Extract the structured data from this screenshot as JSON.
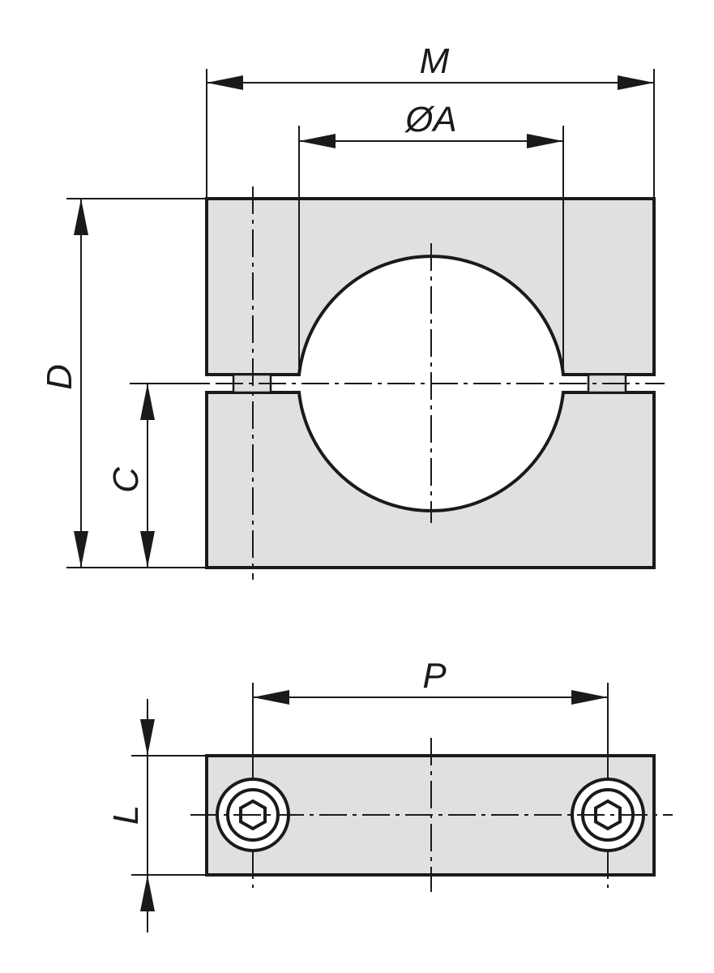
{
  "drawing": {
    "front_view": {
      "label_M": "M",
      "label_A": "ØA",
      "label_D": "D",
      "label_C": "C"
    },
    "top_view": {
      "label_P": "P",
      "label_L": "L"
    }
  },
  "colors": {
    "part_fill": "#e0e0e0",
    "line": "#1a1a1a",
    "background": "#ffffff"
  }
}
